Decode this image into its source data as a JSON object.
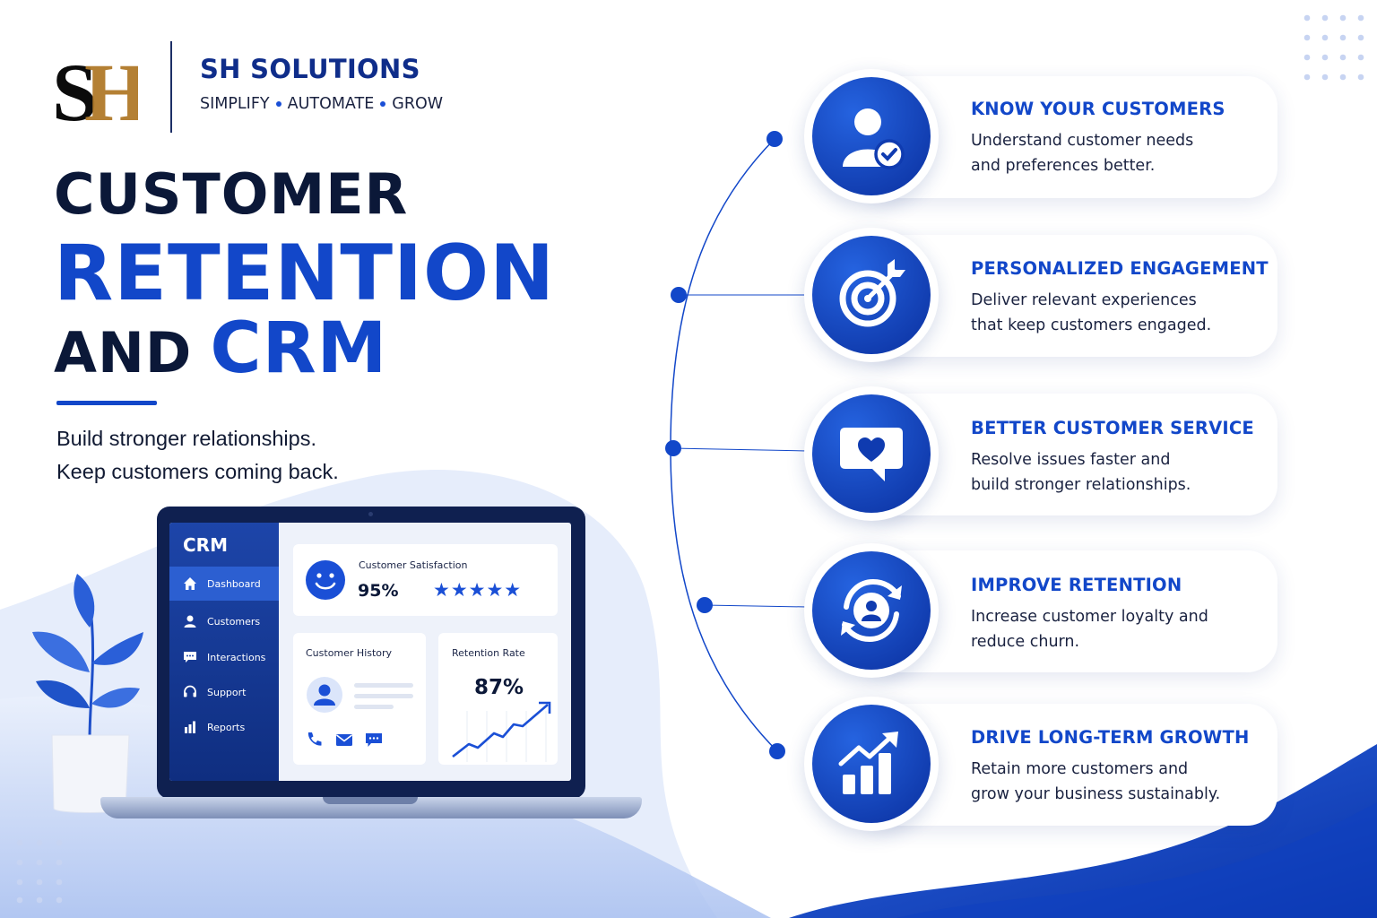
{
  "brand": {
    "logo_letters": "SH",
    "name": "SH SOLUTIONS",
    "tagline": [
      "SIMPLIFY",
      "AUTOMATE",
      "GROW"
    ]
  },
  "headline": {
    "line1": "CUSTOMER",
    "line2": "RETENTION",
    "line3_a": "AND",
    "line3_b": "CRM"
  },
  "subheadline": [
    "Build stronger relationships.",
    "Keep customers coming back."
  ],
  "crm_app": {
    "title": "CRM",
    "nav": [
      {
        "label": "Dashboard",
        "icon": "home-icon",
        "active": true
      },
      {
        "label": "Customers",
        "icon": "user-icon",
        "active": false
      },
      {
        "label": "Interactions",
        "icon": "chat-icon",
        "active": false
      },
      {
        "label": "Support",
        "icon": "headset-icon",
        "active": false
      },
      {
        "label": "Reports",
        "icon": "bar-chart-icon",
        "active": false
      }
    ],
    "satisfaction": {
      "label": "Customer Satisfaction",
      "value": "95%",
      "stars": 5
    },
    "history": {
      "label": "Customer History"
    },
    "retention": {
      "label": "Retention Rate",
      "value": "87%"
    }
  },
  "features": [
    {
      "title": "KNOW YOUR CUSTOMERS",
      "desc": [
        "Understand customer needs",
        "and preferences better."
      ],
      "icon": "user-check-icon"
    },
    {
      "title": "PERSONALIZED ENGAGEMENT",
      "desc": [
        "Deliver relevant experiences",
        "that keep customers engaged."
      ],
      "icon": "target-icon"
    },
    {
      "title": "BETTER CUSTOMER SERVICE",
      "desc": [
        "Resolve issues faster and",
        "build stronger relationships."
      ],
      "icon": "heart-chat-icon"
    },
    {
      "title": "IMPROVE RETENTION",
      "desc": [
        "Increase customer loyalty and",
        "reduce churn."
      ],
      "icon": "user-cycle-icon"
    },
    {
      "title": "DRIVE LONG-TERM GROWTH",
      "desc": [
        "Retain more customers and",
        "grow your business sustainably."
      ],
      "icon": "growth-chart-icon"
    }
  ],
  "colors": {
    "primary": "#1247c9",
    "dark": "#0b1838",
    "accent_gold": "#b07a2a"
  }
}
